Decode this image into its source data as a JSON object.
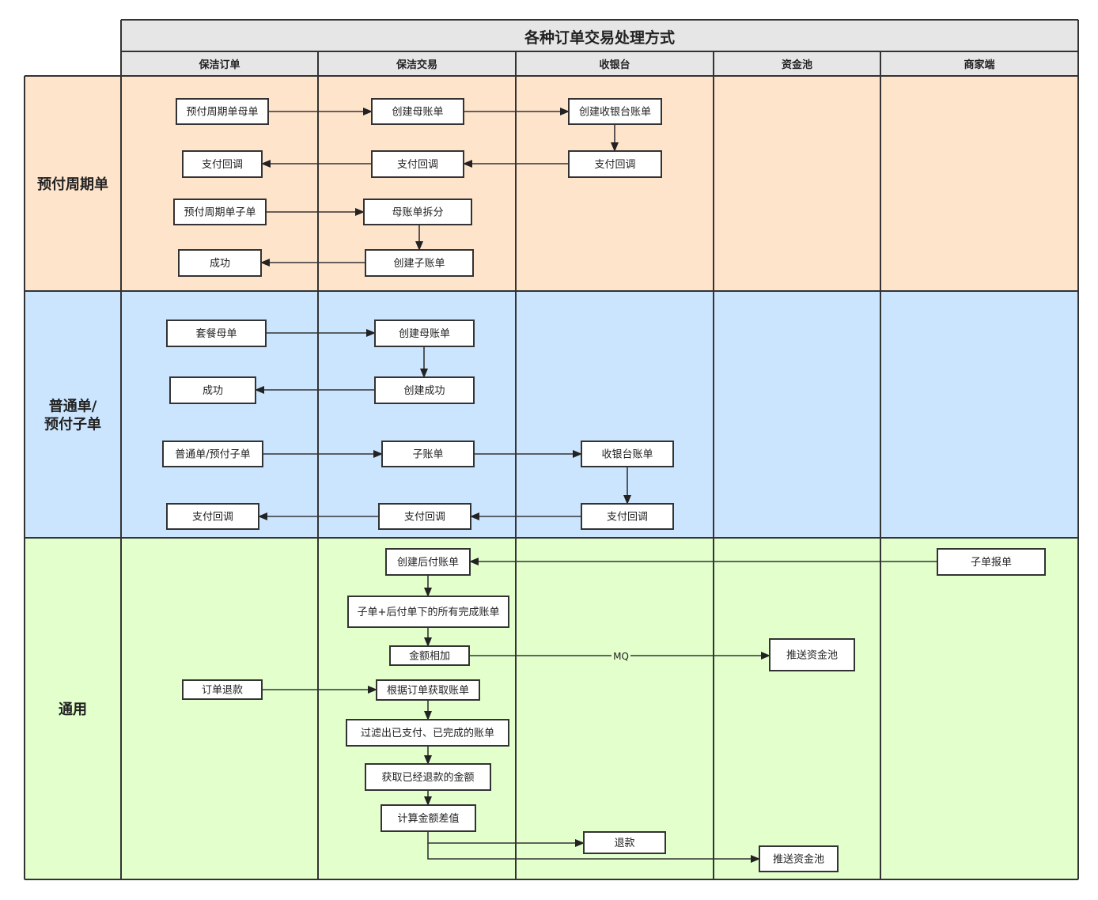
{
  "diagram": {
    "title": "各种订单交易处理方式",
    "columns": [
      "保洁订单",
      "保洁交易",
      "收银台",
      "资金池",
      "商家端"
    ],
    "lanes": [
      {
        "label": [
          "预付周期单"
        ],
        "color": "#ffe4cc"
      },
      {
        "label": [
          "普通单/",
          "预付子单"
        ],
        "color": "#cce5ff"
      },
      {
        "label": [
          "通用"
        ],
        "color": "#e2ffcc"
      }
    ],
    "nodes": [
      {
        "id": "n1",
        "label": "预付周期单母单"
      },
      {
        "id": "n2",
        "label": "创建母账单"
      },
      {
        "id": "n3",
        "label": "创建收银台账单"
      },
      {
        "id": "n4",
        "label": "支付回调"
      },
      {
        "id": "n5",
        "label": "支付回调"
      },
      {
        "id": "n6",
        "label": "支付回调"
      },
      {
        "id": "n7",
        "label": "预付周期单子单"
      },
      {
        "id": "n8",
        "label": "母账单拆分"
      },
      {
        "id": "n9",
        "label": "创建子账单"
      },
      {
        "id": "n10",
        "label": "成功"
      },
      {
        "id": "n11",
        "label": "套餐母单"
      },
      {
        "id": "n12",
        "label": "创建母账单"
      },
      {
        "id": "n13",
        "label": "成功"
      },
      {
        "id": "n14",
        "label": "创建成功"
      },
      {
        "id": "n15",
        "label": "普通单/预付子单"
      },
      {
        "id": "n16",
        "label": "子账单"
      },
      {
        "id": "n17",
        "label": "收银台账单"
      },
      {
        "id": "n18",
        "label": "支付回调"
      },
      {
        "id": "n19",
        "label": "支付回调"
      },
      {
        "id": "n20",
        "label": "支付回调"
      },
      {
        "id": "n21",
        "label": "创建后付账单"
      },
      {
        "id": "n22",
        "label": "子单报单"
      },
      {
        "id": "n23",
        "label": "子单+后付单下的所有完成账单"
      },
      {
        "id": "n24",
        "label": "金额相加"
      },
      {
        "id": "n25",
        "label": "推送资金池"
      },
      {
        "id": "n26",
        "label": "订单退款"
      },
      {
        "id": "n27",
        "label": "根据订单获取账单"
      },
      {
        "id": "n28",
        "label": "过滤出已支付、已完成的账单"
      },
      {
        "id": "n29",
        "label": "获取已经退款的金额"
      },
      {
        "id": "n30",
        "label": "计算金额差值"
      },
      {
        "id": "n31",
        "label": "退款"
      },
      {
        "id": "n32",
        "label": "推送资金池"
      }
    ],
    "edges": [
      {
        "from": "n1",
        "to": "n2"
      },
      {
        "from": "n2",
        "to": "n3"
      },
      {
        "from": "n3",
        "to": "n6"
      },
      {
        "from": "n6",
        "to": "n5"
      },
      {
        "from": "n5",
        "to": "n4"
      },
      {
        "from": "n7",
        "to": "n8"
      },
      {
        "from": "n8",
        "to": "n9"
      },
      {
        "from": "n9",
        "to": "n10"
      },
      {
        "from": "n11",
        "to": "n12"
      },
      {
        "from": "n12",
        "to": "n14"
      },
      {
        "from": "n14",
        "to": "n13"
      },
      {
        "from": "n15",
        "to": "n16"
      },
      {
        "from": "n16",
        "to": "n17"
      },
      {
        "from": "n17",
        "to": "n20"
      },
      {
        "from": "n20",
        "to": "n19"
      },
      {
        "from": "n19",
        "to": "n18"
      },
      {
        "from": "n22",
        "to": "n21"
      },
      {
        "from": "n21",
        "to": "n23"
      },
      {
        "from": "n23",
        "to": "n24"
      },
      {
        "from": "n24",
        "to": "n25",
        "label": "MQ"
      },
      {
        "from": "n26",
        "to": "n27"
      },
      {
        "from": "n27",
        "to": "n28"
      },
      {
        "from": "n28",
        "to": "n29"
      },
      {
        "from": "n29",
        "to": "n30"
      },
      {
        "from": "n30",
        "to": "n31"
      },
      {
        "from": "n30",
        "to": "n32"
      }
    ]
  }
}
